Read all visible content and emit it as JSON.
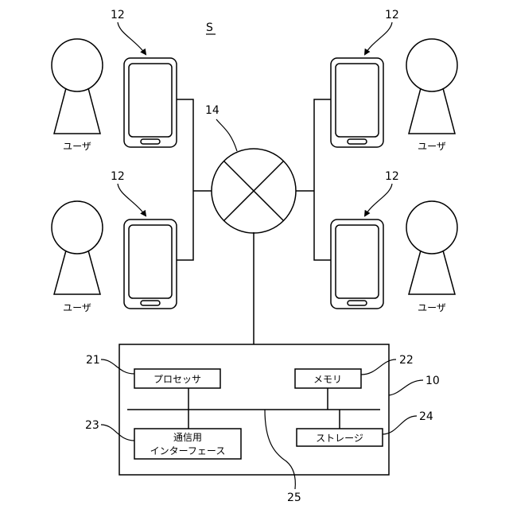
{
  "figure": {
    "system_label": "S",
    "terminal_ref": "12",
    "network_ref": "14",
    "server_ref": "10",
    "user_label": "ユーザ",
    "components": {
      "processor": {
        "ref": "21",
        "label": "プロセッサ"
      },
      "memory": {
        "ref": "22",
        "label": "メモリ"
      },
      "comm_interface": {
        "ref": "23",
        "label_line1": "通信用",
        "label_line2": "インターフェース"
      },
      "storage": {
        "ref": "24",
        "label": "ストレージ"
      },
      "bus": {
        "ref": "25"
      }
    }
  }
}
